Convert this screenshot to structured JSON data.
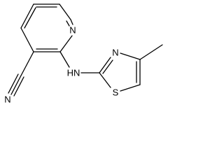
{
  "molecule": {
    "atom_labels": {
      "pyridine_n": "N",
      "amine_nh": "HN",
      "thiazole_n": "N",
      "thiazole_s": "S",
      "nitrile_n": "N"
    }
  }
}
